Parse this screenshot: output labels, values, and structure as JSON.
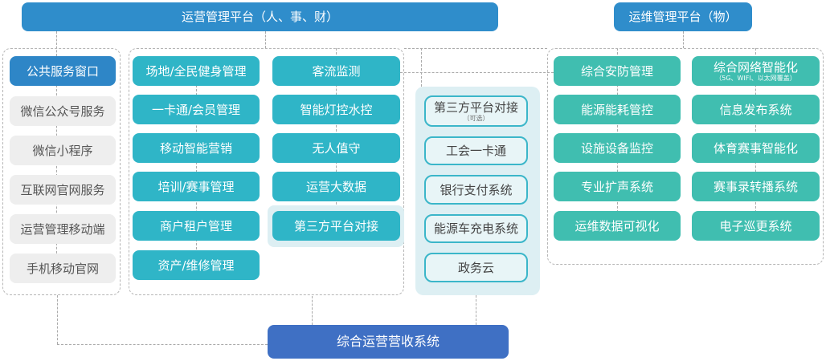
{
  "ops_platform": "运营管理平台（人、事、财）",
  "maint_platform": "运维管理平台（物）",
  "public_window": {
    "title": "公共服务窗口",
    "items": [
      "微信公众号服务",
      "微信小程序",
      "互联网官网服务",
      "运营管理移动端",
      "手机移动官网"
    ]
  },
  "ops_col1": [
    "场地/全民健身管理",
    "一卡通/会员管理",
    "移动智能营销",
    "培训/赛事管理",
    "商户租户管理",
    "资产/维修管理"
  ],
  "ops_col2": [
    "客流监测",
    "智能灯控水控",
    "无人值守",
    "运营大数据",
    "第三方平台对接"
  ],
  "third_party": {
    "title": "第三方平台对接",
    "note": "（可选）",
    "items": [
      "工会一卡通",
      "银行支付系统",
      "能源车充电系统",
      "政务云"
    ]
  },
  "maint_col1": [
    "综合安防管理",
    "能源能耗管控",
    "设施设备监控",
    "专业扩声系统",
    "运维数据可视化"
  ],
  "maint_col2": {
    "first": "综合网络智能化",
    "first_note": "（5G、WIFI、以太网覆盖）",
    "rest": [
      "信息发布系统",
      "体育赛事智能化",
      "赛事录转播系统",
      "电子巡更系统"
    ]
  },
  "bottom": "综合运营营收系统"
}
